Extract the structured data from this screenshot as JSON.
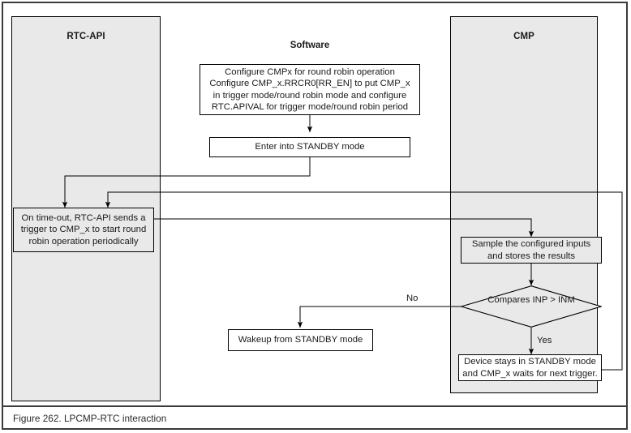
{
  "figure": {
    "caption": "Figure 262.  LPCMP-RTC interaction",
    "frame_color": "#3a3a3a",
    "lane_fill": "#e9e9e9",
    "line_color": "#000000",
    "text_color": "#1a1a1a"
  },
  "lanes": [
    {
      "id": "rtc-api",
      "title": "RTC-API"
    },
    {
      "id": "cmp",
      "title": "CMP"
    }
  ],
  "columns": [
    {
      "id": "software",
      "title": "Software"
    }
  ],
  "nodes": {
    "configure": {
      "lines": [
        "Configure CMPx for round robin operation",
        "Configure CMP_x.RRCR0[RR_EN] to put CMP_x",
        "in trigger mode/round robin mode and configure",
        "RTC.APIVAL  for trigger mode/round robin period"
      ]
    },
    "enter_standby": {
      "lines": [
        "Enter into STANDBY mode"
      ]
    },
    "rtc_timeout": {
      "lines": [
        "On time-out, RTC-API sends a",
        "trigger to CMP_x to start round",
        "robin operation periodically"
      ]
    },
    "sample_inputs": {
      "lines": [
        "Sample the configured inputs",
        "and stores the results"
      ]
    },
    "compare_decision": {
      "lines": [
        "Compares",
        "INP > INM"
      ]
    },
    "device_stays": {
      "lines": [
        "Device stays in STANDBY mode",
        "and CMP_x waits for next trigger."
      ]
    },
    "wakeup": {
      "lines": [
        "Wakeup from STANDBY mode"
      ]
    }
  },
  "edge_labels": {
    "no": "No",
    "yes": "Yes"
  }
}
